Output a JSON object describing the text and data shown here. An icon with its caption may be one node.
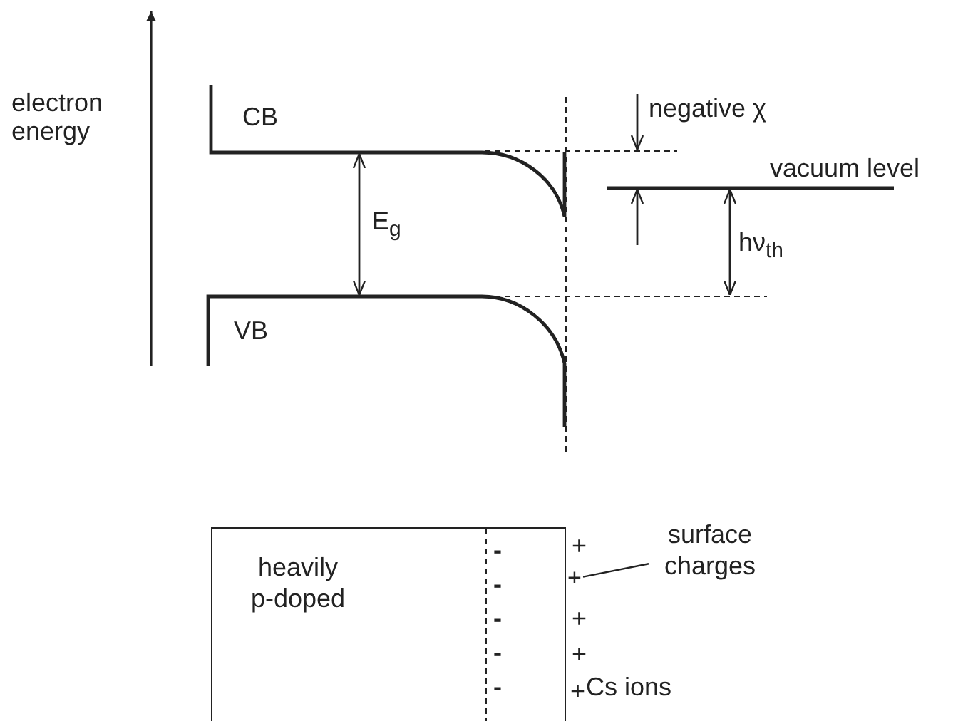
{
  "diagram": {
    "nodes": [
      {
        "text": [
          "heavily p-doped"
        ]
      },
      {
        "text": [
          "surface charges"
        ]
      },
      {
        "text": [
          "+"
        ]
      }
    ],
    "edges": [
      {
        "from": 1,
        "to": 2,
        "arrow": "none"
      }
    ],
    "labels": [
      "electron energy",
      "CB",
      "negative χ",
      "vacuum level",
      "E$_{g}$",
      "hν$_{th}$",
      "VB",
      "-",
      "+",
      "-",
      "-",
      "+",
      "-",
      "+",
      "-",
      "+",
      "Cs ions"
    ]
  }
}
